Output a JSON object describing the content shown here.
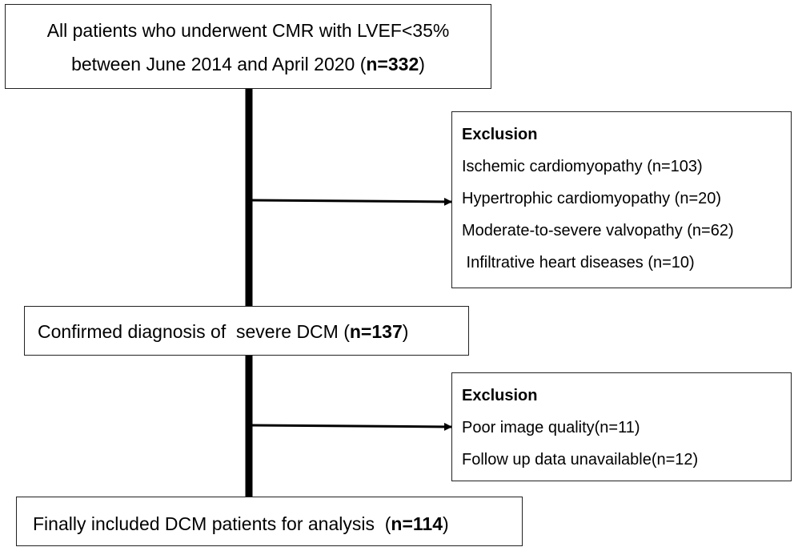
{
  "boxes": {
    "start": {
      "line1": "All patients who underwent CMR with LVEF<35%",
      "line2_prefix": "between June 2014 and April 2020 (",
      "line2_count": "n=332",
      "line2_suffix": ")"
    },
    "confirmed": {
      "prefix": "Confirmed diagnosis of  severe DCM (",
      "count": "n=137",
      "suffix": ")"
    },
    "final": {
      "prefix": "Finally included DCM patients for analysis  (",
      "count": "n=114",
      "suffix": ")"
    }
  },
  "exclusions": [
    {
      "title": "Exclusion",
      "items": [
        "Ischemic cardiomyopathy (n=103)",
        "Hypertrophic cardiomyopathy (n=20)",
        "Moderate-to-severe valvopathy (n=62)",
        " Infiltrative heart diseases (n=10)"
      ]
    },
    {
      "title": "Exclusion",
      "items": [
        "Poor image quality(n=11)",
        "Follow up data unavailable(n=12)"
      ]
    }
  ]
}
